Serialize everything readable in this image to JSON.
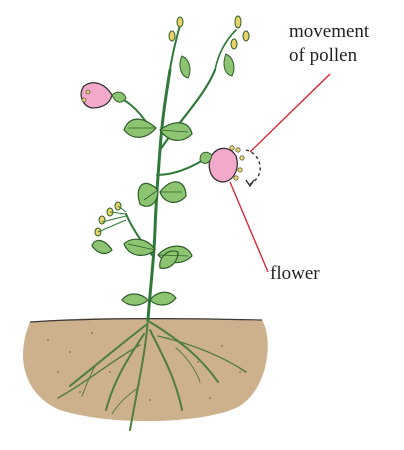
{
  "labels": {
    "pollen_line1": "movement",
    "pollen_line2": "of pollen",
    "flower": "flower"
  },
  "colors": {
    "leader_line": "#e01b2b",
    "stem": "#2f7a3a",
    "leaf_fill": "#8cc472",
    "petal": "#f2a9cc",
    "soil": "#cdb08c",
    "root": "#4f7f3a"
  }
}
